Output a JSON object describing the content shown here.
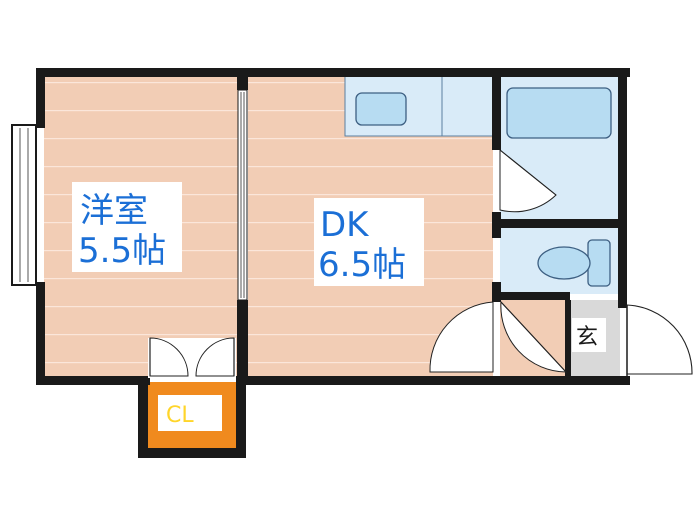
{
  "rooms": {
    "western": {
      "name": "洋室",
      "size": "5.5帖"
    },
    "dk": {
      "name": "DK",
      "size": "6.5帖"
    },
    "closet": {
      "name": "CL"
    },
    "entrance": {
      "name": "玄"
    }
  },
  "colors": {
    "wall": "#1a1a1a",
    "floor_wood": "#f2cdb5",
    "floor_lines": "#ffffff",
    "wet_area": "#d9ebf8",
    "fixture": "#b7dcf2",
    "closet": "#f08a1e",
    "closet_text": "#ffd52a",
    "label_text": "#1b6fd6",
    "entrance_floor": "#d9d9d9"
  }
}
